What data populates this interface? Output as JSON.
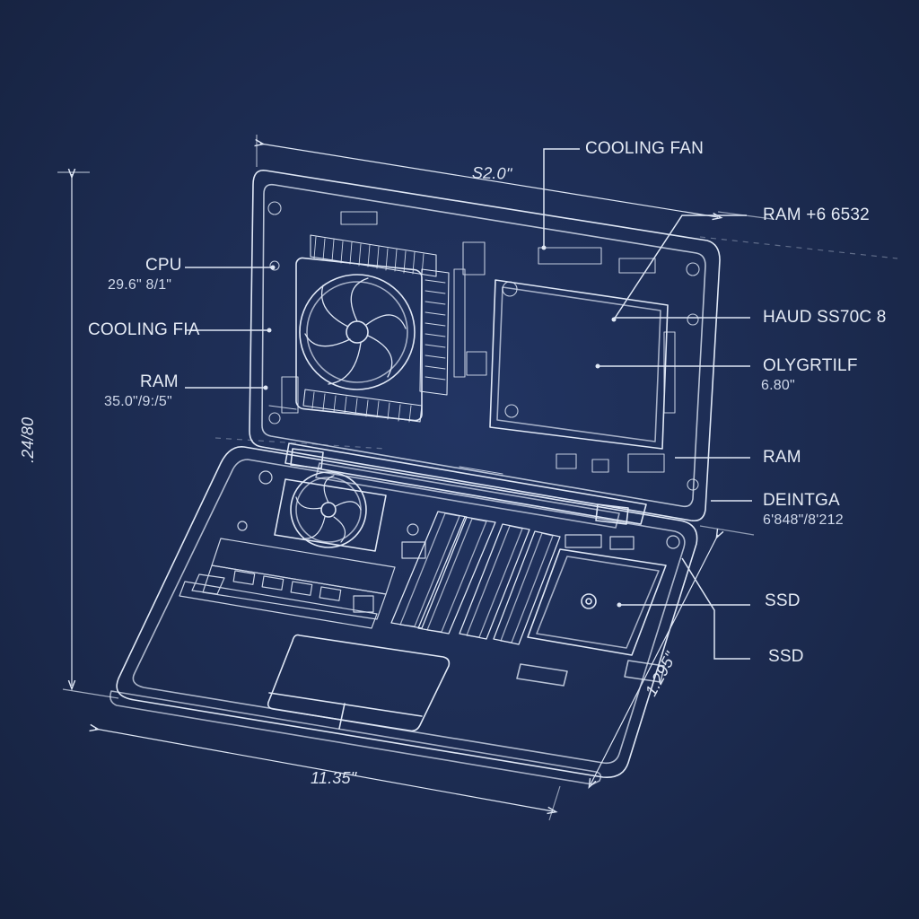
{
  "callouts": {
    "top_cooling_fan": "COOLING FAN",
    "ram_top": "RAM +6 6532",
    "cpu": "CPU",
    "cpu_dim": "29.6\" 8/1\"",
    "cooling_fia": "COOLING FIA",
    "hard_ssd": "HAUD SS70C 8",
    "ram_left": "RAM",
    "ram_left_dim": "35.0\"/9:/5\"",
    "olygrtilf": "OLYGRTILF",
    "olygrtilf_dim": "6.80\"",
    "ram_right": "RAM",
    "deintga": "DEINTGA",
    "deintga_dim": "6'848\"/8'212",
    "ssd_1": "SSD",
    "ssd_2": "SSD"
  },
  "dimensions": {
    "top_width": "S2.0\"",
    "left_height": ".24/80",
    "bottom_width": "11.35\"",
    "right_depth": "1.295\""
  },
  "colors": {
    "background": "#1c2b50",
    "line": "#dfe7f5"
  }
}
